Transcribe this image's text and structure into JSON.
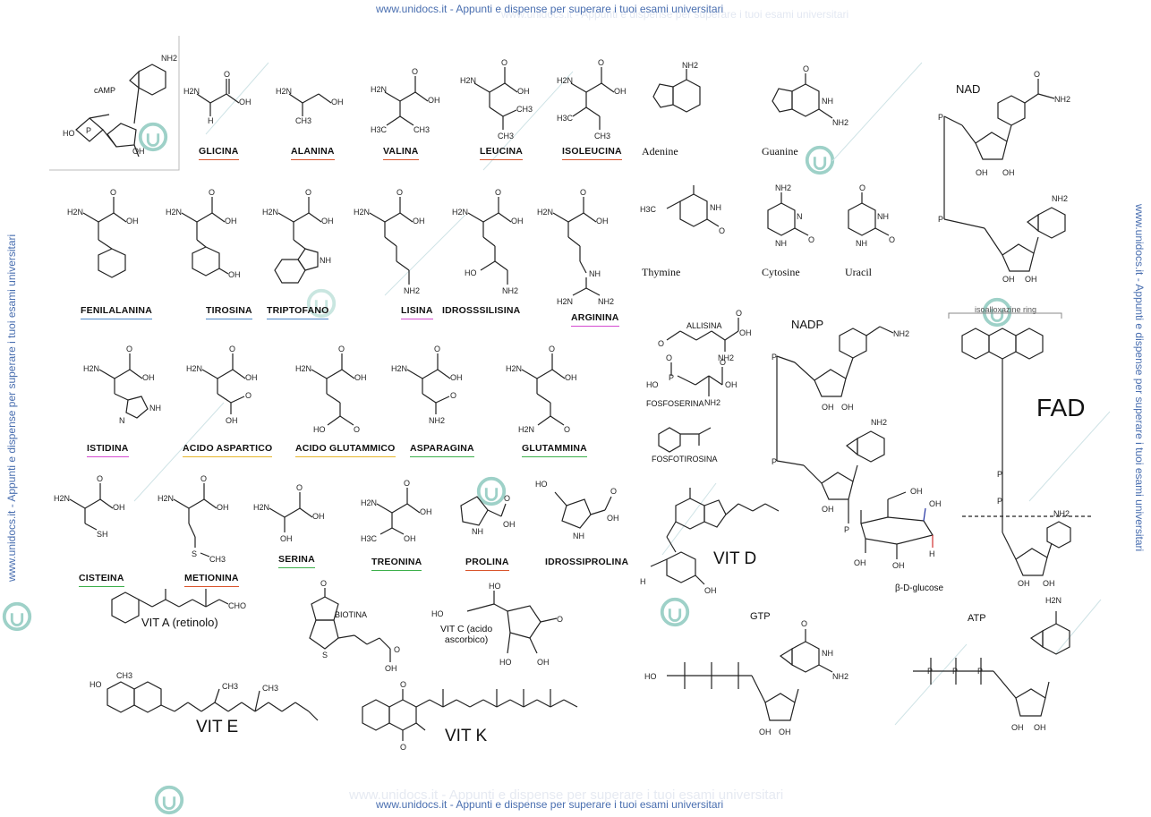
{
  "watermark": {
    "top": "www.unidocs.it - Appunti e dispense per superare i tuoi esami universitari",
    "top_ghost": "www.unidocs.it - Appunti e dispense per superare i tuoi esami universitari",
    "bottom": "www.unidocs.it - Appunti e dispense per superare i tuoi esami universitari",
    "bottom_ghost": "www.unidocs.it - Appunti e dispense per superare i tuoi esami universitari",
    "left": "www.unidocs.it - Appunti e dispense per superare i tuoi esami universitari",
    "right": "www.unidocs.it - Appunti e dispense per superare i tuoi esami universitari"
  },
  "amino_acids": {
    "glicina": "GLICINA",
    "alanina": "ALANINA",
    "valina": "VALINA",
    "leucina": "LEUCINA",
    "isoleucina": "ISOLEUCINA",
    "fenilalanina": "FENILALANINA",
    "tirosina": "TIROSINA",
    "triptofano": "TRIPTOFANO",
    "lisina": "LISINA",
    "idrossilisina": "IDROSSSILISINA",
    "arginina": "ARGININA",
    "istidina": "ISTIDINA",
    "acido_aspartico": "ACIDO ASPARTICO",
    "acido_glutammico": "ACIDO GLUTAMMICO",
    "asparagina": "ASPARAGINA",
    "glutammina": "GLUTAMMINA",
    "cisteina": "CISTEINA",
    "metionina": "METIONINA",
    "serina": "SERINA",
    "treonina": "TREONINA",
    "prolina": "PROLINA",
    "idrossiprolina": "IDROSSIPROLINA"
  },
  "bases": {
    "adenine": "Adenine",
    "guanine": "Guanine",
    "thymine": "Thymine",
    "cytosine": "Cytosine",
    "uracil": "Uracil"
  },
  "modified": {
    "allisina": "ALLISINA",
    "fosfoserina": "FOSFOSERINA",
    "fosfotirosina": "FOSFOTIROSINA"
  },
  "cofactors": {
    "camp": "cAMP",
    "nad": "NAD",
    "nadp": "NADP",
    "fad": "FAD",
    "isoalloxazine": "isoalloxazine ring",
    "gtp": "GTP",
    "atp": "ATP",
    "glucose": "β-D-glucose"
  },
  "vitamins": {
    "vit_a": "VIT A (retinolo)",
    "biotina": "BIOTINA",
    "vit_c": "VIT C (acido\nascorbico)",
    "vit_d": "VIT D",
    "vit_e": "VIT E",
    "vit_k": "VIT K"
  },
  "atoms": {
    "nh2": "NH2",
    "h2n": "H2N",
    "oh": "OH",
    "ho": "HO",
    "o": "O",
    "h": "H",
    "n": "N",
    "nh": "NH",
    "s": "S",
    "sh": "SH",
    "ch3": "CH3",
    "h3c": "H3C",
    "cho": "CHO",
    "p": "P"
  },
  "colors": {
    "red": "#d9542b",
    "blue": "#4a86c8",
    "pink": "#d44ad0",
    "yellow": "#e6b52a",
    "green": "#3cb04a",
    "watermark": "#4a6fb0"
  }
}
